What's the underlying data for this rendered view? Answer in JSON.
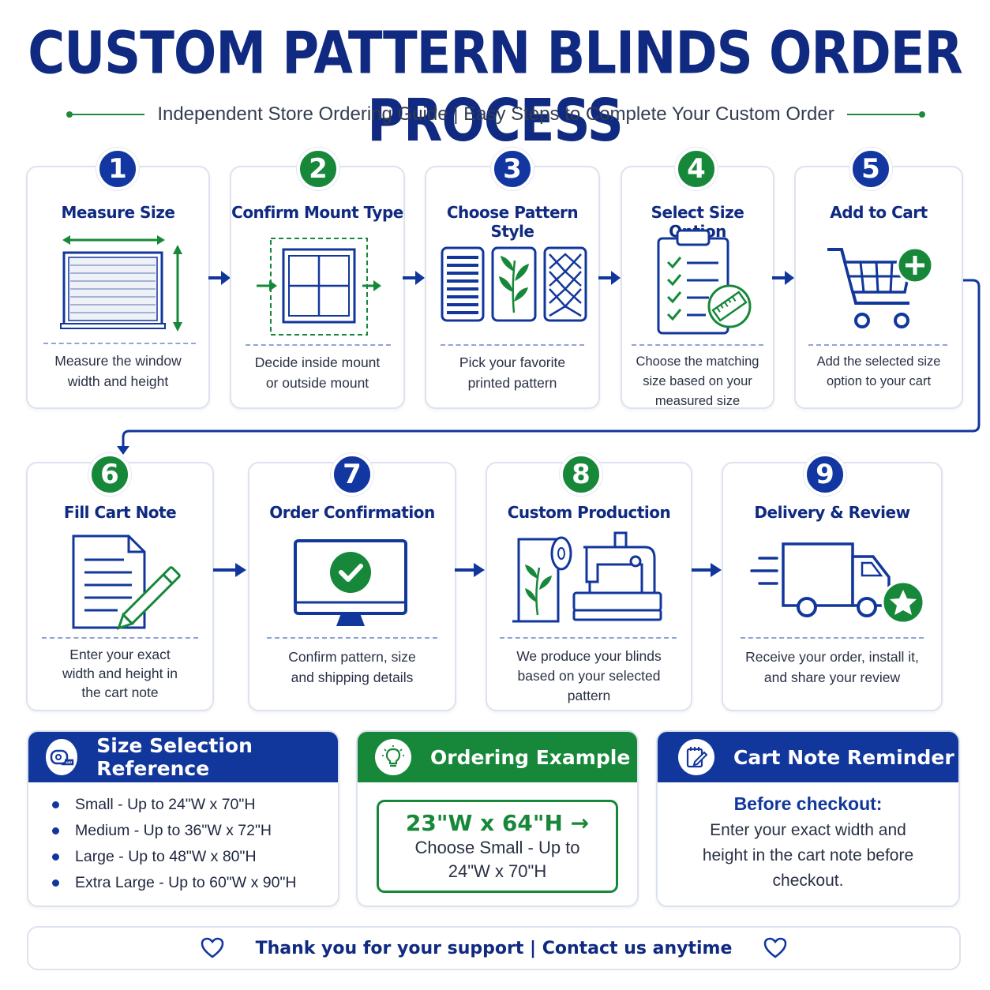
{
  "header": {
    "title": "CUSTOM PATTERN BLINDS ORDER PROCESS",
    "subtitle": "Independent Store Ordering Guide  |  Easy Steps to Complete Your Custom Order"
  },
  "colors": {
    "navy": "#0f2a80",
    "blue": "#1337a0",
    "green": "#17883a"
  },
  "steps": [
    {
      "number": "1",
      "title": "Measure Size",
      "description": "Measure the window width and height",
      "icon": "window-measure-icon",
      "badge_color": "blue"
    },
    {
      "number": "2",
      "title": "Confirm Mount Type",
      "description": "Decide inside mount or outside mount",
      "icon": "mount-window-icon",
      "badge_color": "green"
    },
    {
      "number": "3",
      "title": "Choose Pattern Style",
      "description": "Pick your favorite printed pattern",
      "icon": "pattern-swatches-icon",
      "badge_color": "blue"
    },
    {
      "number": "4",
      "title": "Select Size Option",
      "description": "Choose the matching size based on your measured size",
      "icon": "clipboard-ruler-icon",
      "badge_color": "green"
    },
    {
      "number": "5",
      "title": "Add to Cart",
      "description": "Add the selected size option to your cart",
      "icon": "cart-plus-icon",
      "badge_color": "blue"
    },
    {
      "number": "6",
      "title": "Fill Cart Note",
      "description": "Enter your exact width and height in the cart note",
      "icon": "note-pencil-icon",
      "badge_color": "green"
    },
    {
      "number": "7",
      "title": "Order Confirmation",
      "description": "Confirm pattern, size and shipping details",
      "icon": "monitor-check-icon",
      "badge_color": "blue"
    },
    {
      "number": "8",
      "title": "Custom Production",
      "description": "We produce your blinds based on your selected pattern",
      "icon": "sewing-machine-icon",
      "badge_color": "green"
    },
    {
      "number": "9",
      "title": "Delivery & Review",
      "description": "Receive your order, install it, and share your review",
      "icon": "truck-star-icon",
      "badge_color": "blue"
    }
  ],
  "size_reference": {
    "title": "Size Selection Reference",
    "icon": "tape-measure-icon",
    "items": [
      "Small  -  Up to 24\"W x 70\"H",
      "Medium  -  Up to 36\"W x 72\"H",
      "Large  -  Up to 48\"W x 80\"H",
      "Extra Large  -  Up to 60\"W x 90\"H"
    ]
  },
  "ordering_example": {
    "title": "Ordering Example",
    "icon": "lightbulb-icon",
    "main": "23\"W x 64\"H →",
    "line1": "Choose Small - Up to",
    "line2": "24\"W x 70\"H"
  },
  "cart_note": {
    "title": "Cart Note Reminder",
    "icon": "edit-note-icon",
    "heading": "Before checkout:",
    "line1": "Enter your exact width and",
    "line2": "height in the cart note before",
    "line3": "checkout."
  },
  "footer": {
    "text": "Thank you for your support  |  Contact us anytime",
    "icon": "heart-icon"
  }
}
